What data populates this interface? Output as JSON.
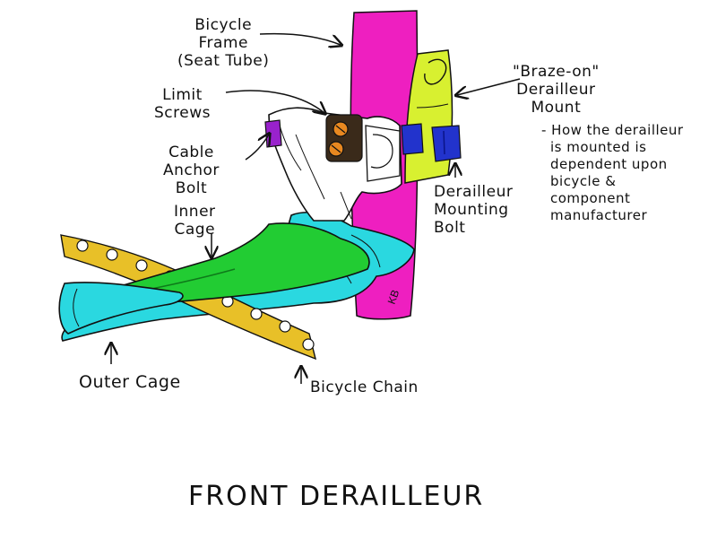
{
  "title": "FRONT DERAILLEUR",
  "labels": {
    "frame": {
      "line1": "Bicycle",
      "line2": "Frame",
      "line3": "(Seat Tube)"
    },
    "limit_screws": {
      "line1": "Limit",
      "line2": "Screws"
    },
    "cable_anchor": {
      "line1": "Cable",
      "line2": "Anchor",
      "line3": "Bolt"
    },
    "inner_cage": {
      "line1": "Inner",
      "line2": "Cage"
    },
    "outer_cage": "Outer Cage",
    "chain": "Bicycle Chain",
    "braze_on": {
      "line1": "\"Braze-on\"",
      "line2": "Derailleur",
      "line3": "Mount"
    },
    "mounting_bolt": {
      "line1": "Derailleur",
      "line2": "Mounting",
      "line3": "Bolt"
    },
    "note": {
      "line1": "- How the derailleur",
      "line2": "is mounted is",
      "line3": "dependent upon",
      "line4": "bicycle &",
      "line5": "component",
      "line6": "manufacturer"
    },
    "signature": "KB"
  },
  "colors": {
    "seat_tube": "#ee1fc0",
    "braze_on_mount": "#d8f030",
    "mounting_bolt": "#2233cc",
    "chain": "#e8c028",
    "inner_cage": "#22cc33",
    "outer_cage": "#2ad8e0",
    "cable_bolt": "#9922cc",
    "limit_screw": "#e88820",
    "ink": "#111111"
  }
}
